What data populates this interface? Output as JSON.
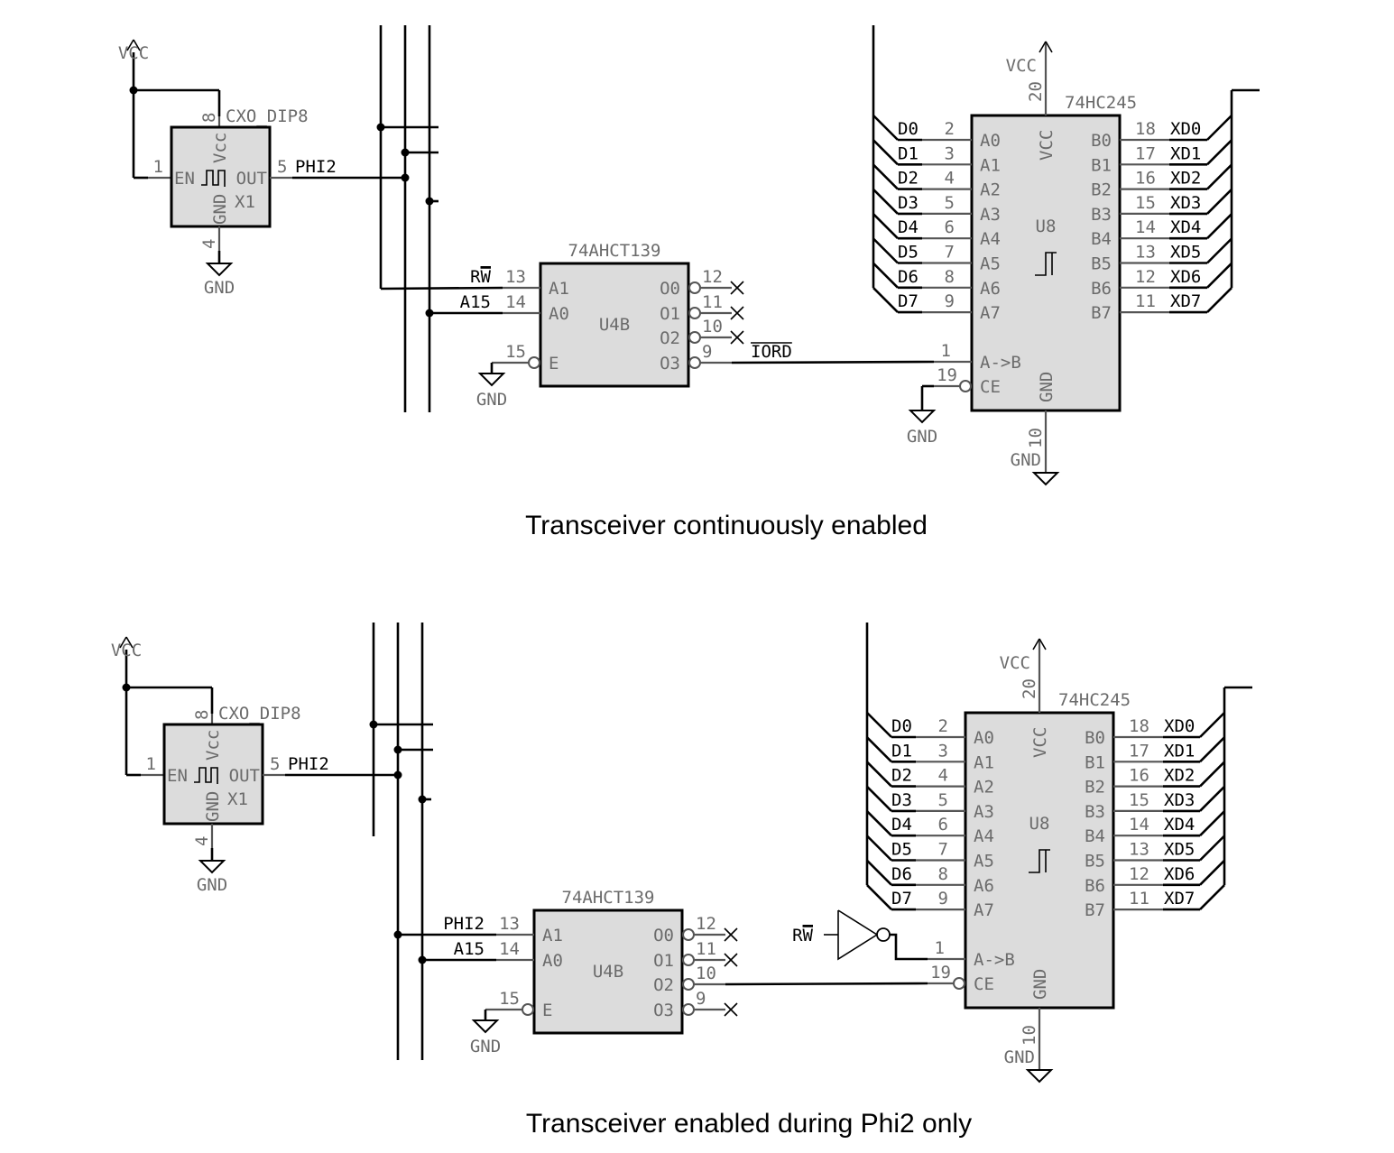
{
  "diagrams": [
    {
      "id": "top",
      "caption": "Transceiver continuously enabled",
      "oscillator": {
        "part": "CXO_DIP8",
        "ref": "X1",
        "pins": {
          "en": {
            "num": "1",
            "name": "EN"
          },
          "vcc": {
            "num": "8",
            "name": "Vcc"
          },
          "out": {
            "num": "5",
            "name": "OUT"
          },
          "gnd": {
            "num": "4",
            "name": "GND"
          }
        },
        "power": "VCC",
        "ground": "GND",
        "net_out": "PHI2"
      },
      "decoder": {
        "part": "74AHCT139",
        "ref": "U4B",
        "inputs": [
          {
            "net": "RW",
            "net_overbar": "W",
            "num": "13",
            "name": "A1"
          },
          {
            "net": "A15",
            "net_overbar": "",
            "num": "14",
            "name": "A0"
          }
        ],
        "enable": {
          "num": "15",
          "name": "E",
          "ground": "GND"
        },
        "outputs": [
          {
            "num": "12",
            "name": "O0",
            "nc": true
          },
          {
            "num": "11",
            "name": "O1",
            "nc": true
          },
          {
            "num": "10",
            "name": "O2",
            "nc": true
          },
          {
            "num": "9",
            "name": "O3",
            "nc": false,
            "net": "IORD"
          }
        ]
      },
      "transceiver": {
        "part": "74HC245",
        "ref": "U8",
        "vcc": {
          "num": "20",
          "name": "VCC",
          "power": "VCC"
        },
        "gnd": {
          "num": "10",
          "name": "GND",
          "ground": "GND"
        },
        "a_side": [
          {
            "net": "D0",
            "num": "2",
            "name": "A0"
          },
          {
            "net": "D1",
            "num": "3",
            "name": "A1"
          },
          {
            "net": "D2",
            "num": "4",
            "name": "A2"
          },
          {
            "net": "D3",
            "num": "5",
            "name": "A3"
          },
          {
            "net": "D4",
            "num": "6",
            "name": "A4"
          },
          {
            "net": "D5",
            "num": "7",
            "name": "A5"
          },
          {
            "net": "D6",
            "num": "8",
            "name": "A6"
          },
          {
            "net": "D7",
            "num": "9",
            "name": "A7"
          }
        ],
        "b_side": [
          {
            "net": "XD0",
            "num": "18",
            "name": "B0"
          },
          {
            "net": "XD1",
            "num": "17",
            "name": "B1"
          },
          {
            "net": "XD2",
            "num": "16",
            "name": "B2"
          },
          {
            "net": "XD3",
            "num": "15",
            "name": "B3"
          },
          {
            "net": "XD4",
            "num": "14",
            "name": "B4"
          },
          {
            "net": "XD5",
            "num": "13",
            "name": "B5"
          },
          {
            "net": "XD6",
            "num": "12",
            "name": "B6"
          },
          {
            "net": "XD7",
            "num": "11",
            "name": "B7"
          }
        ],
        "dir": {
          "num": "1",
          "name": "A->B"
        },
        "ce": {
          "num": "19",
          "name": "CE",
          "ground": "GND"
        }
      }
    },
    {
      "id": "bottom",
      "caption": "Transceiver enabled during Phi2 only",
      "oscillator": {
        "part": "CXO_DIP8",
        "ref": "X1",
        "pins": {
          "en": {
            "num": "1",
            "name": "EN"
          },
          "vcc": {
            "num": "8",
            "name": "Vcc"
          },
          "out": {
            "num": "5",
            "name": "OUT"
          },
          "gnd": {
            "num": "4",
            "name": "GND"
          }
        },
        "power": "VCC",
        "ground": "GND",
        "net_out": "PHI2"
      },
      "decoder": {
        "part": "74AHCT139",
        "ref": "U4B",
        "inputs": [
          {
            "net": "PHI2",
            "net_overbar": "",
            "num": "13",
            "name": "A1"
          },
          {
            "net": "A15",
            "net_overbar": "",
            "num": "14",
            "name": "A0"
          }
        ],
        "enable": {
          "num": "15",
          "name": "E",
          "ground": "GND"
        },
        "outputs": [
          {
            "num": "12",
            "name": "O0",
            "nc": true
          },
          {
            "num": "11",
            "name": "O1",
            "nc": true
          },
          {
            "num": "10",
            "name": "O2",
            "nc": false
          },
          {
            "num": "9",
            "name": "O3",
            "nc": true
          }
        ]
      },
      "inverter": {
        "input_net": "RW",
        "input_overbar": "W"
      },
      "transceiver": {
        "part": "74HC245",
        "ref": "U8",
        "vcc": {
          "num": "20",
          "name": "VCC",
          "power": "VCC"
        },
        "gnd": {
          "num": "10",
          "name": "GND",
          "ground": "GND"
        },
        "a_side": [
          {
            "net": "D0",
            "num": "2",
            "name": "A0"
          },
          {
            "net": "D1",
            "num": "3",
            "name": "A1"
          },
          {
            "net": "D2",
            "num": "4",
            "name": "A2"
          },
          {
            "net": "D3",
            "num": "5",
            "name": "A3"
          },
          {
            "net": "D4",
            "num": "6",
            "name": "A4"
          },
          {
            "net": "D5",
            "num": "7",
            "name": "A5"
          },
          {
            "net": "D6",
            "num": "8",
            "name": "A6"
          },
          {
            "net": "D7",
            "num": "9",
            "name": "A7"
          }
        ],
        "b_side": [
          {
            "net": "XD0",
            "num": "18",
            "name": "B0"
          },
          {
            "net": "XD1",
            "num": "17",
            "name": "B1"
          },
          {
            "net": "XD2",
            "num": "16",
            "name": "B2"
          },
          {
            "net": "XD3",
            "num": "15",
            "name": "B3"
          },
          {
            "net": "XD4",
            "num": "14",
            "name": "B4"
          },
          {
            "net": "XD5",
            "num": "13",
            "name": "B5"
          },
          {
            "net": "XD6",
            "num": "12",
            "name": "B6"
          },
          {
            "net": "XD7",
            "num": "11",
            "name": "B7"
          }
        ],
        "dir": {
          "num": "1",
          "name": "A->B"
        },
        "ce": {
          "num": "19",
          "name": "CE",
          "ground": ""
        }
      }
    }
  ]
}
